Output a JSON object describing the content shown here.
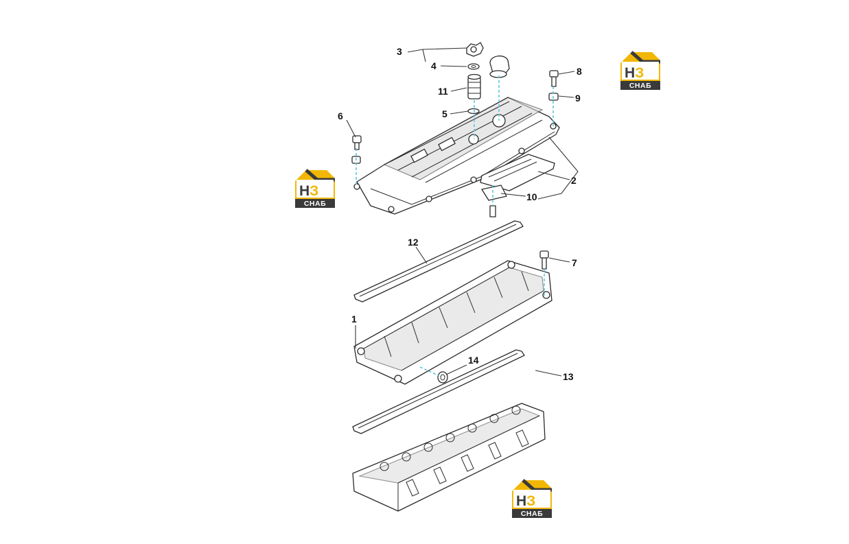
{
  "callouts": [
    "1",
    "2",
    "3",
    "4",
    "5",
    "6",
    "7",
    "8",
    "9",
    "10",
    "11",
    "12",
    "13",
    "14"
  ],
  "logo": {
    "line1": "НЗ",
    "line2": "СНАБ",
    "accent": "#f2b705",
    "dark": "#3a3a3a"
  },
  "colors": {
    "guide": "#5fc6de",
    "line": "#2a2a2a"
  }
}
